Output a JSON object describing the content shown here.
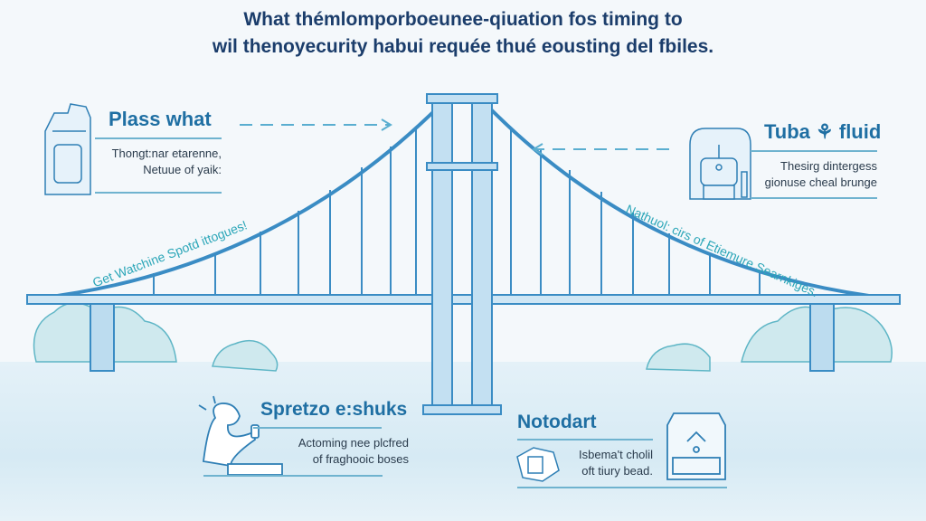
{
  "title": {
    "line1": "What thémlomporboeunee-qiuation fos timing to",
    "line2": "wil thenoyecurity habui requée thué eousting del fbiles."
  },
  "panels": {
    "top_left": {
      "heading": "Plass what",
      "line1": "Thongt:nar etarenne,",
      "line2": "Netuue of yaik:",
      "icon": "building-icon"
    },
    "top_right": {
      "heading": "Tuba ⚘ fluid",
      "line1": "Thesirg dintergess",
      "line2": "gionuse cheal brunge",
      "icon": "machine-icon"
    },
    "bottom_left": {
      "heading": "Spretzo e:shuks",
      "line1": "Actoming nee plcfred",
      "line2": "of fraghooic boses",
      "icon": "person-icon"
    },
    "bottom_right": {
      "heading": "Notodart",
      "line1": "Isbema't cholil",
      "line2": "oft tiury bead.",
      "icon": "cabinet-icon"
    }
  },
  "curved_labels": {
    "left": "Get Watchine Spotd ittogues!",
    "right": "Nathuol: cirs of Etiemure Searnkiges."
  },
  "colors": {
    "primary": "#1f6fa3",
    "line": "#3a8cc4",
    "accent": "#2ba6b8",
    "title": "#1b3d6b"
  }
}
